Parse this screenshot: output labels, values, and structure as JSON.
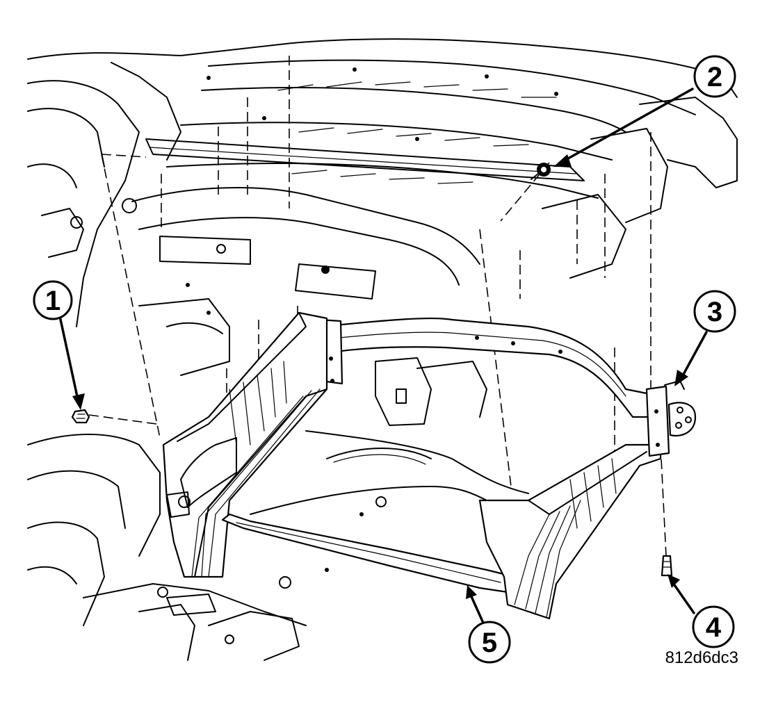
{
  "callouts": [
    {
      "number": "1"
    },
    {
      "number": "2"
    },
    {
      "number": "3"
    },
    {
      "number": "4"
    },
    {
      "number": "5"
    }
  ],
  "figure_code": "812d6dc3"
}
